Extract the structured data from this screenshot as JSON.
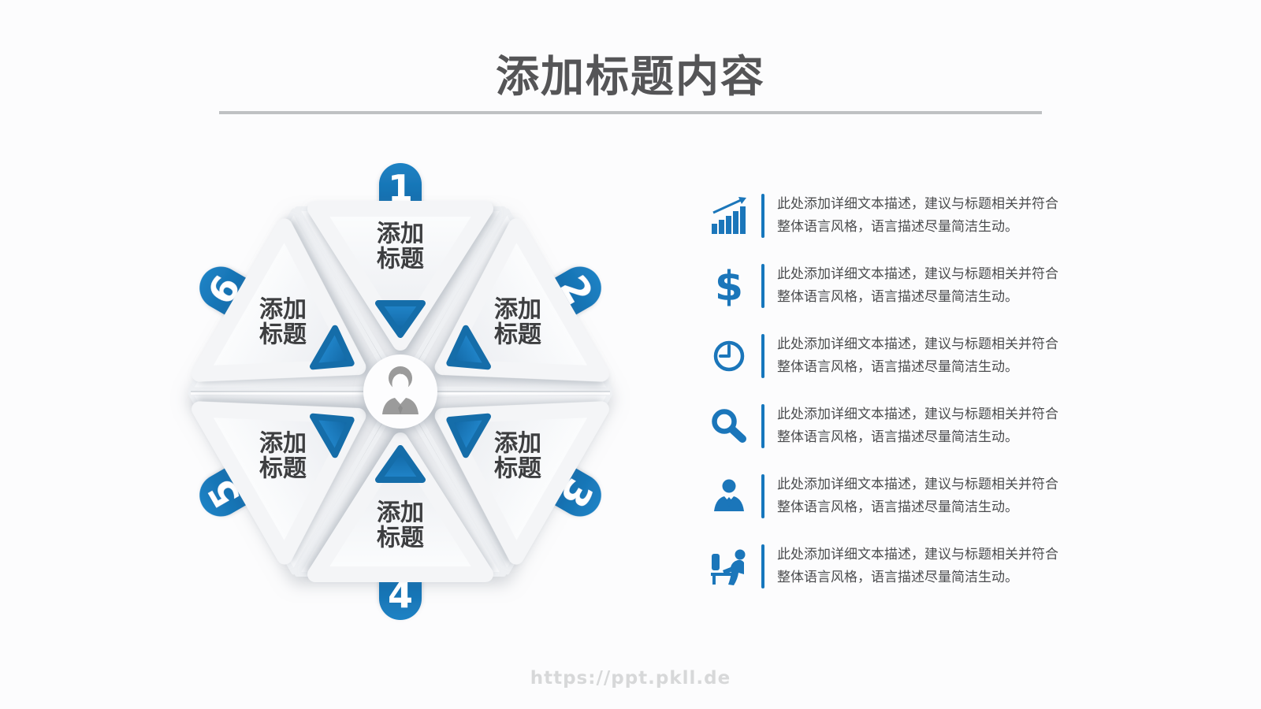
{
  "page": {
    "background": "#fcfcfd",
    "accent_blue": "#1677bd",
    "title_color": "#555557"
  },
  "header": {
    "title": "添加标题内容"
  },
  "hexagon": {
    "center_icon": "businessman",
    "segments": [
      {
        "number": "1",
        "line1": "添加",
        "line2": "标题"
      },
      {
        "number": "2",
        "line1": "添加",
        "line2": "标题"
      },
      {
        "number": "3",
        "line1": "添加",
        "line2": "标题"
      },
      {
        "number": "4",
        "line1": "添加",
        "line2": "标题"
      },
      {
        "number": "5",
        "line1": "添加",
        "line2": "标题"
      },
      {
        "number": "6",
        "line1": "添加",
        "line2": "标题"
      }
    ]
  },
  "details": {
    "rows": [
      {
        "icon": "bar-chart-growth-icon",
        "line1": "此处添加详细文本描述，建议与标题相关并符合",
        "line2": "整体语言风格，语言描述尽量简洁生动。"
      },
      {
        "icon": "dollar-icon",
        "line1": "此处添加详细文本描述，建议与标题相关并符合",
        "line2": "整体语言风格，语言描述尽量简洁生动。"
      },
      {
        "icon": "clock-icon",
        "line1": "此处添加详细文本描述，建议与标题相关并符合",
        "line2": "整体语言风格，语言描述尽量简洁生动。"
      },
      {
        "icon": "magnifier-icon",
        "line1": "此处添加详细文本描述，建议与标题相关并符合",
        "line2": "整体语言风格，语言描述尽量简洁生动。"
      },
      {
        "icon": "businessman-icon",
        "line1": "此处添加详细文本描述，建议与标题相关并符合",
        "line2": "整体语言风格，语言描述尽量简洁生动。"
      },
      {
        "icon": "workstation-icon",
        "line1": "此处添加详细文本描述，建议与标题相关并符合",
        "line2": "整体语言风格，语言描述尽量简洁生动。"
      }
    ],
    "dollar_glyph": "$"
  },
  "footer": {
    "watermark": "https://ppt.pkll.de"
  }
}
